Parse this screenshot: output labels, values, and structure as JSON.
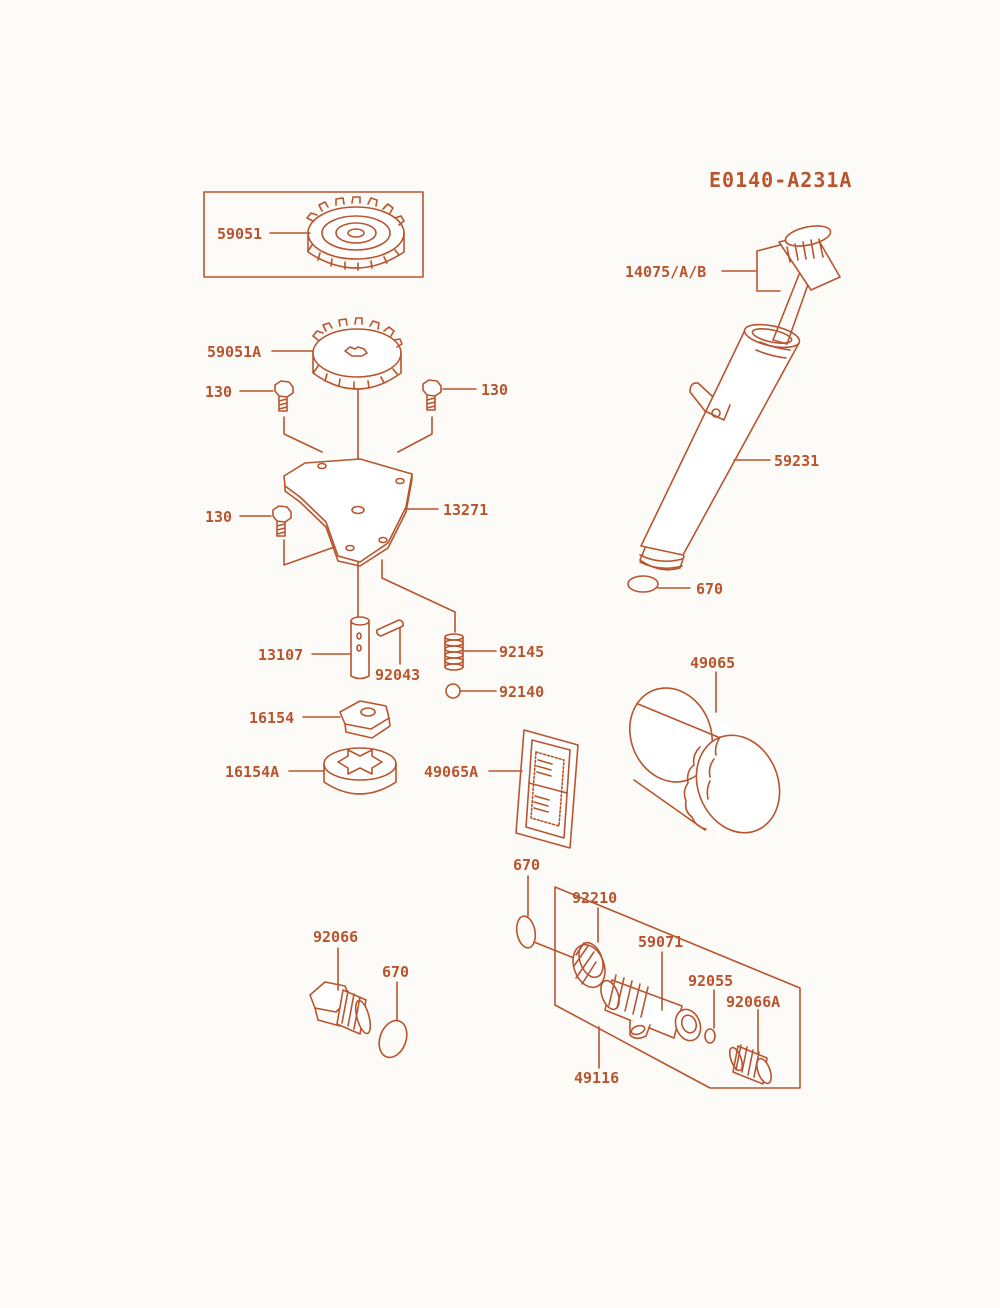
{
  "diagram": {
    "code": "E0140-A231A",
    "ink_color": "#b8542e",
    "fill_color": "#ffffff",
    "parts": {
      "gear_boxed": "59051",
      "dipstick": "14075/A/B",
      "gear": "59051A",
      "bolt_left_upper": "130",
      "bolt_right_upper": "130",
      "bolt_left_lower": "130",
      "cover_plate": "13271",
      "oil_pipe": "59231",
      "o_ring_pipe": "670",
      "shaft": "13107",
      "pin": "92043",
      "spring": "92145",
      "ball": "92140",
      "rotor_inner": "16154",
      "rotor_outer": "16154A",
      "oil_filter": "49065",
      "screen": "49065A",
      "o_ring_fitting": "670",
      "nut": "92210",
      "fitting": "59071",
      "plug": "92066",
      "o_ring_plug": "670",
      "washer": "92055",
      "plug_a": "92066A",
      "fitting_set": "49116"
    }
  }
}
